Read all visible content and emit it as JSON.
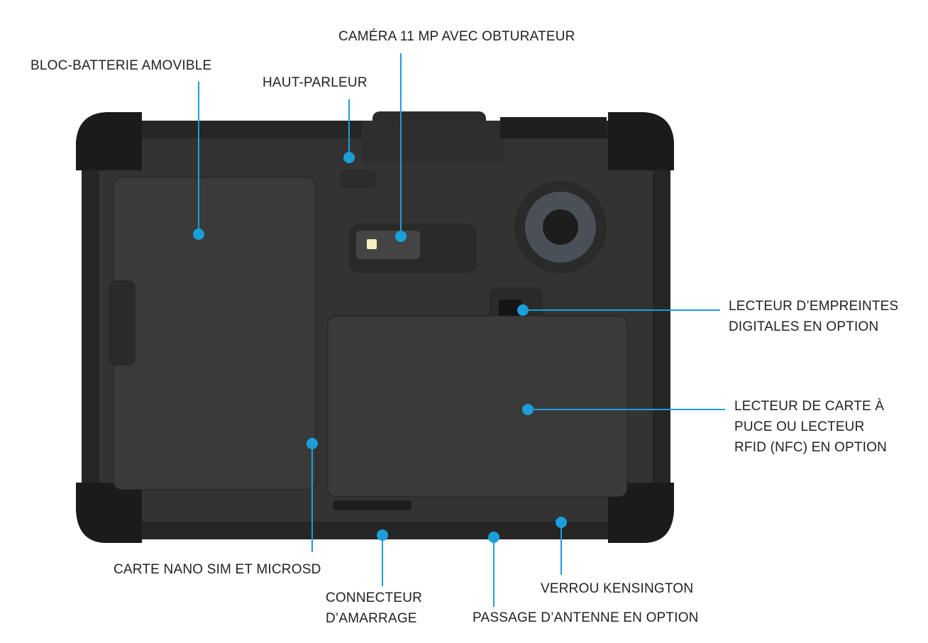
{
  "accent_color": "#1a9fdb",
  "callouts": [
    {
      "id": "battery",
      "lines": [
        "BLOC-BATTERIE AMOVIBLE"
      ]
    },
    {
      "id": "speaker",
      "lines": [
        "HAUT-PARLEUR"
      ]
    },
    {
      "id": "camera",
      "lines": [
        "CAMÉRA 11 MP AVEC OBTURATEUR"
      ]
    },
    {
      "id": "fingerprint",
      "lines": [
        "LECTEUR D’EMPREINTES",
        "DIGITALES EN OPTION"
      ]
    },
    {
      "id": "smartcard",
      "lines": [
        "LECTEUR DE CARTE À",
        "PUCE OU LECTEUR",
        "RFID (NFC) EN OPTION"
      ]
    },
    {
      "id": "sim",
      "lines": [
        "CARTE NANO SIM ET MICROSD"
      ]
    },
    {
      "id": "dock",
      "lines": [
        "CONNECTEUR",
        "D’AMARRAGE"
      ]
    },
    {
      "id": "antenna",
      "lines": [
        "PASSAGE D’ANTENNE EN OPTION"
      ]
    },
    {
      "id": "kensington",
      "lines": [
        "VERROU KENSINGTON"
      ]
    }
  ]
}
